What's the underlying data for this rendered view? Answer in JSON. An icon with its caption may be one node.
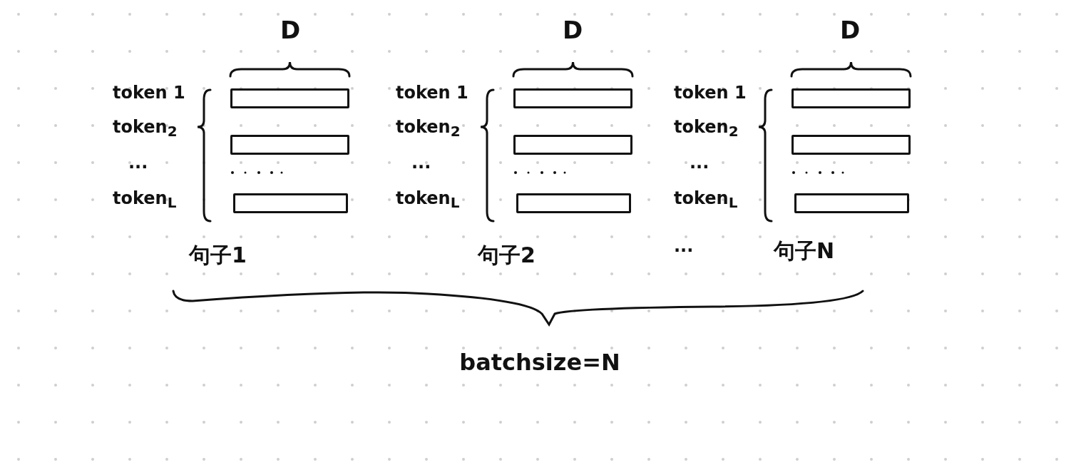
{
  "diagram": {
    "nodes": [
      {
        "text": [],
        "shape": "bar"
      },
      {
        "text": [],
        "shape": "bar"
      },
      {
        "text": [],
        "shape": "bar"
      },
      {
        "text": [],
        "shape": "bar"
      },
      {
        "text": [],
        "shape": "bar"
      },
      {
        "text": [],
        "shape": "bar"
      },
      {
        "text": [],
        "shape": "bar"
      },
      {
        "text": [],
        "shape": "bar"
      },
      {
        "text": [],
        "shape": "bar"
      }
    ],
    "edges": [],
    "labels": [
      "D",
      "D",
      "D",
      "token 1",
      "token 1",
      "token 1",
      "token$_{2}$",
      "token$_{2}$",
      "token$_{2}$",
      "...",
      "...",
      "...",
      "token$_{L}$",
      "token$_{L}$",
      "token$_{L}$",
      "句子1",
      "句子2",
      "...",
      "句子N",
      "batchsize=N"
    ]
  }
}
